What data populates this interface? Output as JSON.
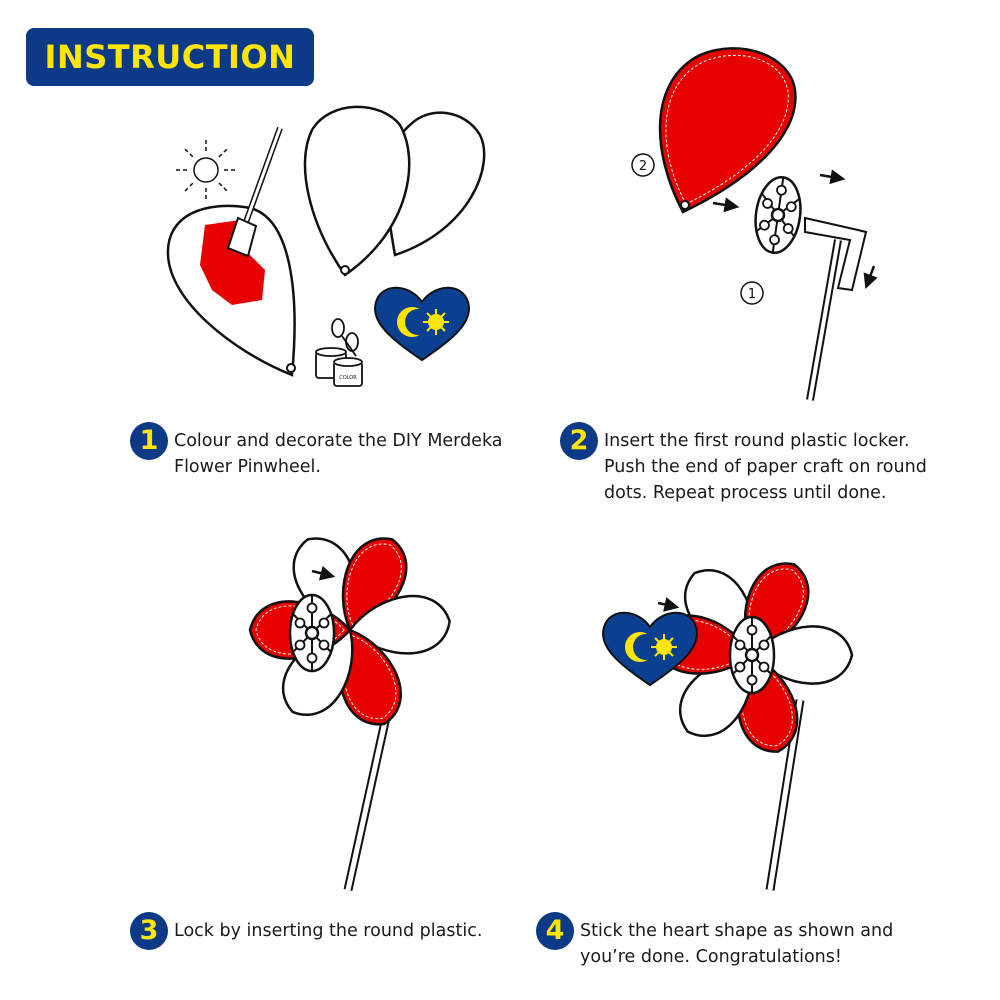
{
  "header": {
    "title": "INSTRUCTION"
  },
  "colors": {
    "banner_bg": "#0c3a86",
    "banner_text": "#ffe600",
    "petal_red": "#e60000",
    "flag_blue": "#0b3f8f",
    "flag_yellow": "#ffe600"
  },
  "illustrations": {
    "step1": {
      "paint_can_label": "COLOR"
    },
    "step2": {
      "callout_1": "1",
      "callout_2": "2"
    }
  },
  "steps": [
    {
      "number": "1",
      "lines": [
        "Colour and decorate the DIY Merdeka",
        "Flower Pinwheel."
      ]
    },
    {
      "number": "2",
      "lines": [
        "Insert the first round plastic locker.",
        "Push the end of paper craft on round",
        "dots. Repeat process until done."
      ]
    },
    {
      "number": "3",
      "lines": [
        "Lock by inserting the round plastic."
      ]
    },
    {
      "number": "4",
      "lines": [
        "Stick the heart shape as shown and",
        "you’re done. Congratulations!"
      ]
    }
  ]
}
